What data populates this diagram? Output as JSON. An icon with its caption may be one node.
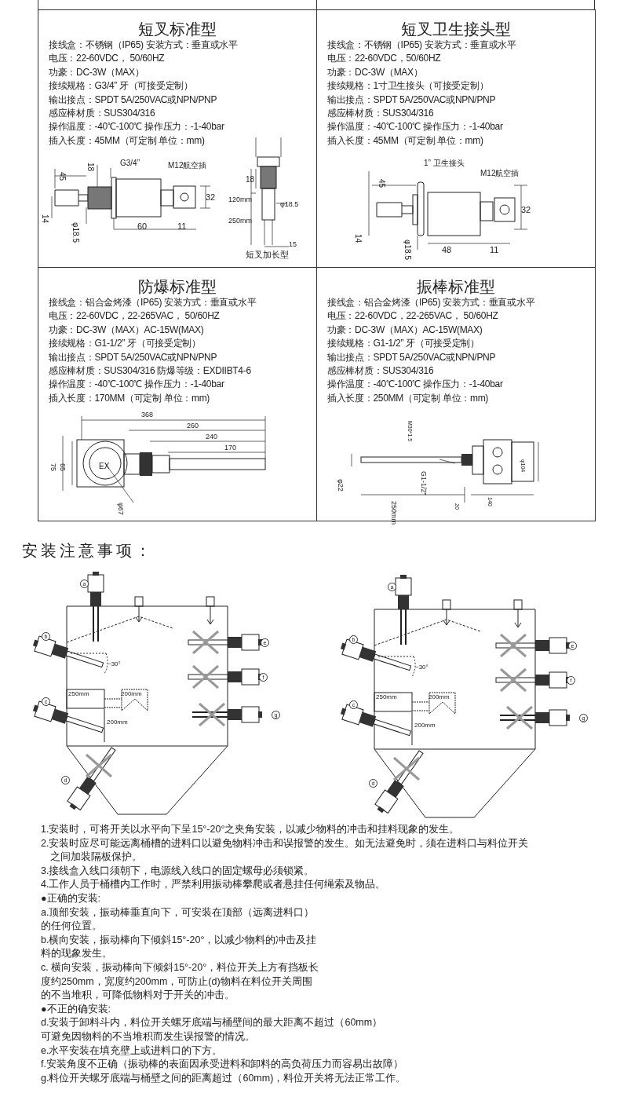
{
  "diagram": {
    "nodes": [
      {
        "text": [
          "短叉标准型",
          "接线盒：不锈钢（IP65) 安装方式：垂直或水平",
          "电压：22-60VDC， 50/60HZ",
          "功豪：DC-3W（MAX）",
          "接续规格：G3/4” 牙（可接受定制）",
          "输出接点：SPDT 5A/250VAC或NPN/PNP",
          "感应棒材质：SUS304/316",
          "操作温度：-40℃-100℃  操作压力：-1-40bar",
          "插入长度：45MM（可定制 单位：mm)"
        ]
      },
      {
        "text": [
          "短叉卫生接头型",
          "接线盒：不锈钢（IP65) 安装方式：垂直或水平",
          "电压：22-60VDC，50/60HZ",
          "功豪：DC-3W（MAX）",
          "接续规格：1寸卫生接头（可接受定制）",
          "输出接点：SPDT 5A/250VAC或NPN/PNP",
          "感应棒材质：SUS304/316",
          "操作温度：-40℃-100℃  操作压力：-1-40bar",
          "插入长度：45MM（可定制 单位：mm)"
        ]
      },
      {
        "text": [
          "防爆标准型",
          "接线盒：铝合金烤漆（IP65) 安装方式：垂直或水平",
          "电压：22-60VDC，22-265VAC， 50/60HZ",
          "功豪：DC-3W（MAX）AC-15W(MAX)",
          "接续规格：G1-1/2” 牙（可接受定制）",
          "输出接点：SPDT 5A/250VAC或NPN/PNP",
          "感应棒材质：SUS304/316 防爆等级：EXDIIBT4-6",
          "操作温度：-40℃-100℃  操作压力：-1-40bar",
          "插入长度：170MM（可定制 单位：mm)"
        ]
      },
      {
        "text": [
          "振棒标准型",
          "接线盒：铝合金烤漆（IP65) 安装方式：垂直或水平",
          "电压：22-60VDC，22-265VAC， 50/60HZ",
          "功豪：DC-3W（MAX）AC-15W(MAX)",
          "接续规格：G1-1/2” 牙（可接受定制）",
          "输出接点：SPDT 5A/250VAC或NPN/PNP",
          "感应棒材质：SUS304/316",
          "操作温度：-40℃-100℃  操作压力：-1-40bar",
          "插入长度：250MM（可定制 单位：mm)"
        ]
      }
    ],
    "labels": [
      "45",
      "18",
      "G3/4”",
      "M12航空插",
      "32",
      "14",
      "φ18.5",
      "60",
      "11",
      "18",
      "120mm",
      "φ18.5",
      "250mm",
      "15",
      "短叉加长型",
      "1” 卫生接头",
      "M12航空插",
      "45",
      "32",
      "14",
      "φ18.5",
      "48",
      "11",
      "368",
      "260",
      "240",
      "170",
      "75",
      "65",
      "EX",
      "φ67",
      "M30*1.5",
      "φ104",
      "φ22",
      "G1-1/2”",
      "250mm",
      "20",
      "140",
      "安装注意事项：",
      "a",
      "b",
      "c",
      "d",
      "e",
      "f",
      "g",
      "~30°",
      "250mm",
      "200mm",
      "200mm",
      "a",
      "b",
      "c",
      "d",
      "e",
      "f",
      "g",
      "~30°",
      "250mm",
      "200mm",
      "200mm",
      "1.安装时，可将开关以水平向下呈15°-20°之夹角安装，以减少物料的冲击和挂料现象的发生。",
      "2.安装时应尽可能远离桶槽的进料口以避免物料冲击和误报警的发生。如无法避免时，须在进料口与料位开关之间加装隔板保护。",
      "3.接线盒入线口须朝下，电源线入线口的固定螺母必须锁紧。",
      "4.工作人员于桶槽内工作时，严禁利用振动棒攀爬或者悬挂任何绳索及物品。",
      "●正确的安装:",
      "a.顶部安装，振动棒垂直向下，可安装在顶部（远离进料口）的任何位置。",
      "b.横向安装，振动棒向下倾斜15°-20°，以减少物料的冲击及挂料的现象发生。",
      "c. 横向安装，振动棒向下倾斜15°-20°，料位开关上方有挡板长度约250mm，宽度约200mm，可防止(d)物料在料位开关周围的不当堆积，可降低物料对于开关的冲击。",
      "●不正的确安装:",
      "d.安装于卸料斗内，料位开关螺牙底端与桶壁间的最大距离不超过（60mm）可避免因物料的不当堆积而发生误报警的情况。",
      "e.水平安装在填充壁上或进料口的下方。",
      "f.安装角度不正确（振动棒的表面因承受进料和卸料的高负荷压力而容易出故障）",
      "g.料位开关螺牙底端与桶壁之间的距离超过（60mm)，料位开关将无法正常工作。"
    ]
  }
}
